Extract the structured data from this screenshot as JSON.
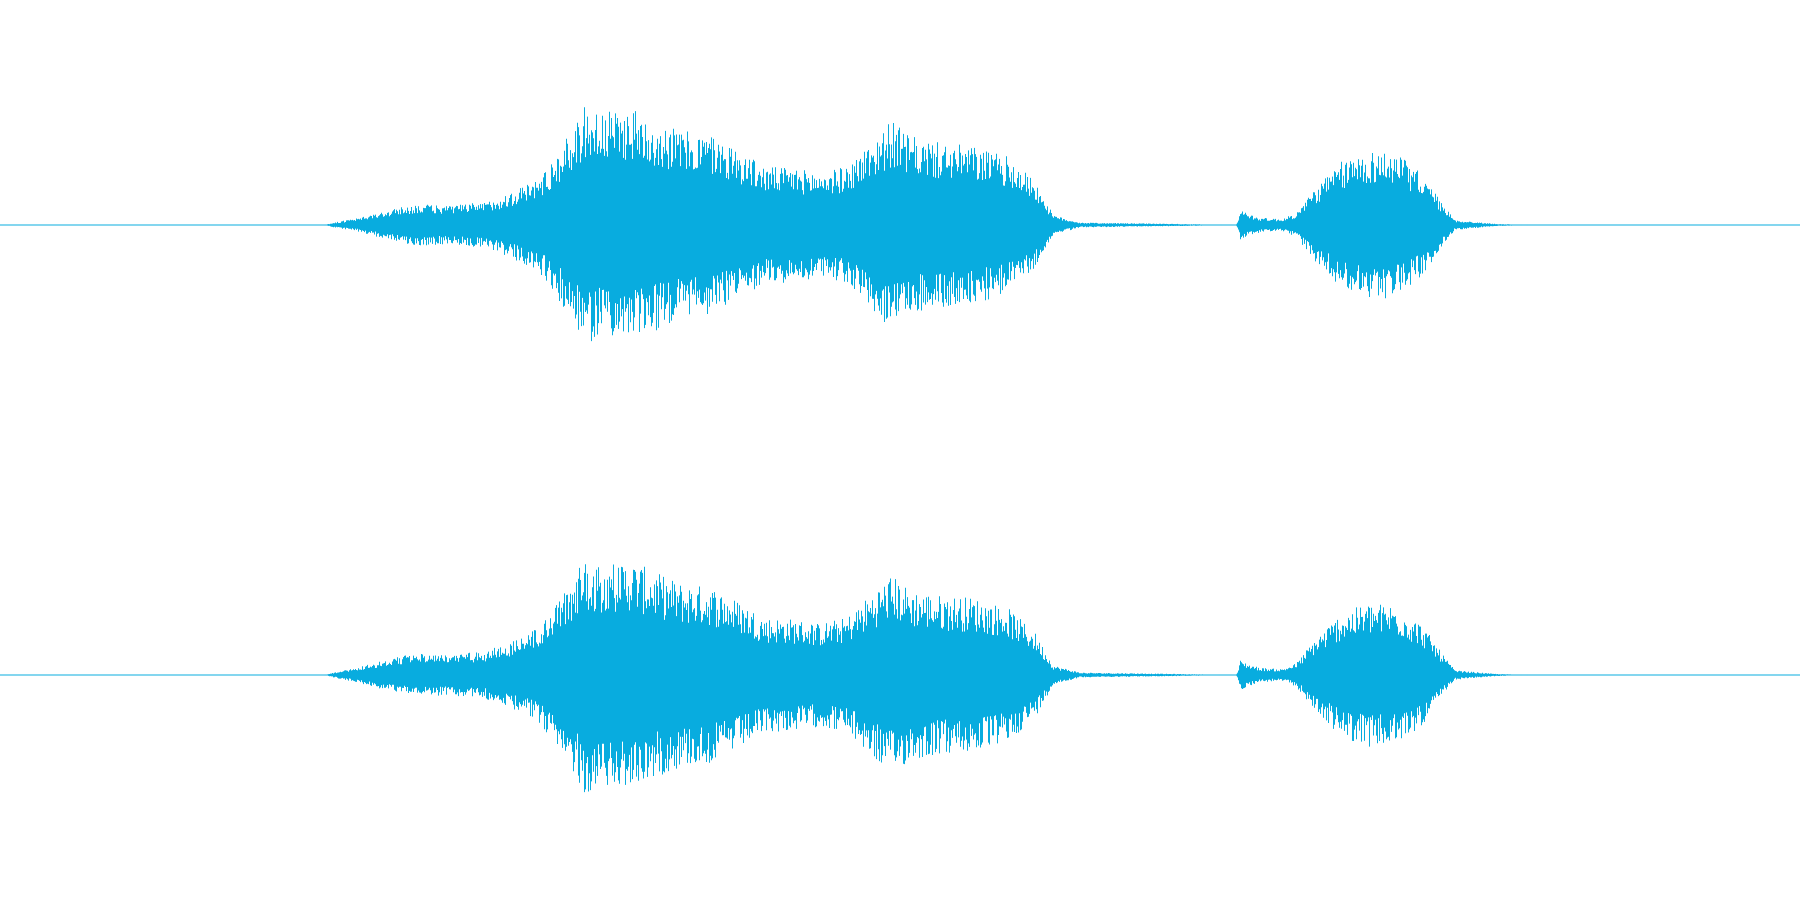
{
  "waveform": {
    "color": "#08acdf",
    "channels": [
      {
        "name": "",
        "envelope": [
          [
            0.0,
            0.0
          ],
          [
            0.18,
            0.0
          ],
          [
            0.185,
            0.02
          ],
          [
            0.2,
            0.06
          ],
          [
            0.215,
            0.12
          ],
          [
            0.23,
            0.17
          ],
          [
            0.25,
            0.16
          ],
          [
            0.27,
            0.19
          ],
          [
            0.285,
            0.28
          ],
          [
            0.3,
            0.4
          ],
          [
            0.315,
            0.72
          ],
          [
            0.325,
            0.99
          ],
          [
            0.335,
            0.92
          ],
          [
            0.35,
            0.96
          ],
          [
            0.365,
            0.86
          ],
          [
            0.38,
            0.77
          ],
          [
            0.395,
            0.74
          ],
          [
            0.41,
            0.62
          ],
          [
            0.425,
            0.48
          ],
          [
            0.44,
            0.47
          ],
          [
            0.455,
            0.43
          ],
          [
            0.47,
            0.48
          ],
          [
            0.485,
            0.7
          ],
          [
            0.495,
            0.86
          ],
          [
            0.505,
            0.73
          ],
          [
            0.52,
            0.68
          ],
          [
            0.54,
            0.65
          ],
          [
            0.56,
            0.56
          ],
          [
            0.575,
            0.36
          ],
          [
            0.585,
            0.08
          ],
          [
            0.6,
            0.02
          ],
          [
            0.65,
            0.01
          ],
          [
            0.687,
            0.0
          ],
          [
            0.689,
            0.14
          ],
          [
            0.692,
            0.1
          ],
          [
            0.7,
            0.06
          ],
          [
            0.712,
            0.05
          ],
          [
            0.72,
            0.1
          ],
          [
            0.73,
            0.3
          ],
          [
            0.745,
            0.52
          ],
          [
            0.76,
            0.61
          ],
          [
            0.775,
            0.6
          ],
          [
            0.79,
            0.42
          ],
          [
            0.8,
            0.2
          ],
          [
            0.808,
            0.04
          ],
          [
            0.83,
            0.01
          ],
          [
            0.85,
            0.0
          ],
          [
            1.0,
            0.0
          ]
        ]
      },
      {
        "name": "",
        "envelope": [
          [
            0.0,
            0.0
          ],
          [
            0.18,
            0.0
          ],
          [
            0.185,
            0.02
          ],
          [
            0.2,
            0.07
          ],
          [
            0.215,
            0.13
          ],
          [
            0.23,
            0.18
          ],
          [
            0.25,
            0.17
          ],
          [
            0.27,
            0.2
          ],
          [
            0.285,
            0.29
          ],
          [
            0.3,
            0.41
          ],
          [
            0.315,
            0.73
          ],
          [
            0.325,
            0.99
          ],
          [
            0.335,
            0.93
          ],
          [
            0.35,
            0.96
          ],
          [
            0.365,
            0.85
          ],
          [
            0.38,
            0.76
          ],
          [
            0.395,
            0.74
          ],
          [
            0.41,
            0.62
          ],
          [
            0.425,
            0.48
          ],
          [
            0.44,
            0.47
          ],
          [
            0.455,
            0.43
          ],
          [
            0.47,
            0.48
          ],
          [
            0.485,
            0.7
          ],
          [
            0.495,
            0.84
          ],
          [
            0.505,
            0.72
          ],
          [
            0.52,
            0.67
          ],
          [
            0.54,
            0.65
          ],
          [
            0.56,
            0.56
          ],
          [
            0.575,
            0.35
          ],
          [
            0.585,
            0.08
          ],
          [
            0.6,
            0.02
          ],
          [
            0.65,
            0.01
          ],
          [
            0.687,
            0.0
          ],
          [
            0.689,
            0.13
          ],
          [
            0.692,
            0.1
          ],
          [
            0.7,
            0.06
          ],
          [
            0.712,
            0.05
          ],
          [
            0.72,
            0.1
          ],
          [
            0.73,
            0.3
          ],
          [
            0.745,
            0.52
          ],
          [
            0.76,
            0.6
          ],
          [
            0.775,
            0.59
          ],
          [
            0.79,
            0.42
          ],
          [
            0.8,
            0.2
          ],
          [
            0.808,
            0.04
          ],
          [
            0.83,
            0.01
          ],
          [
            0.85,
            0.0
          ],
          [
            1.0,
            0.0
          ]
        ]
      }
    ]
  }
}
